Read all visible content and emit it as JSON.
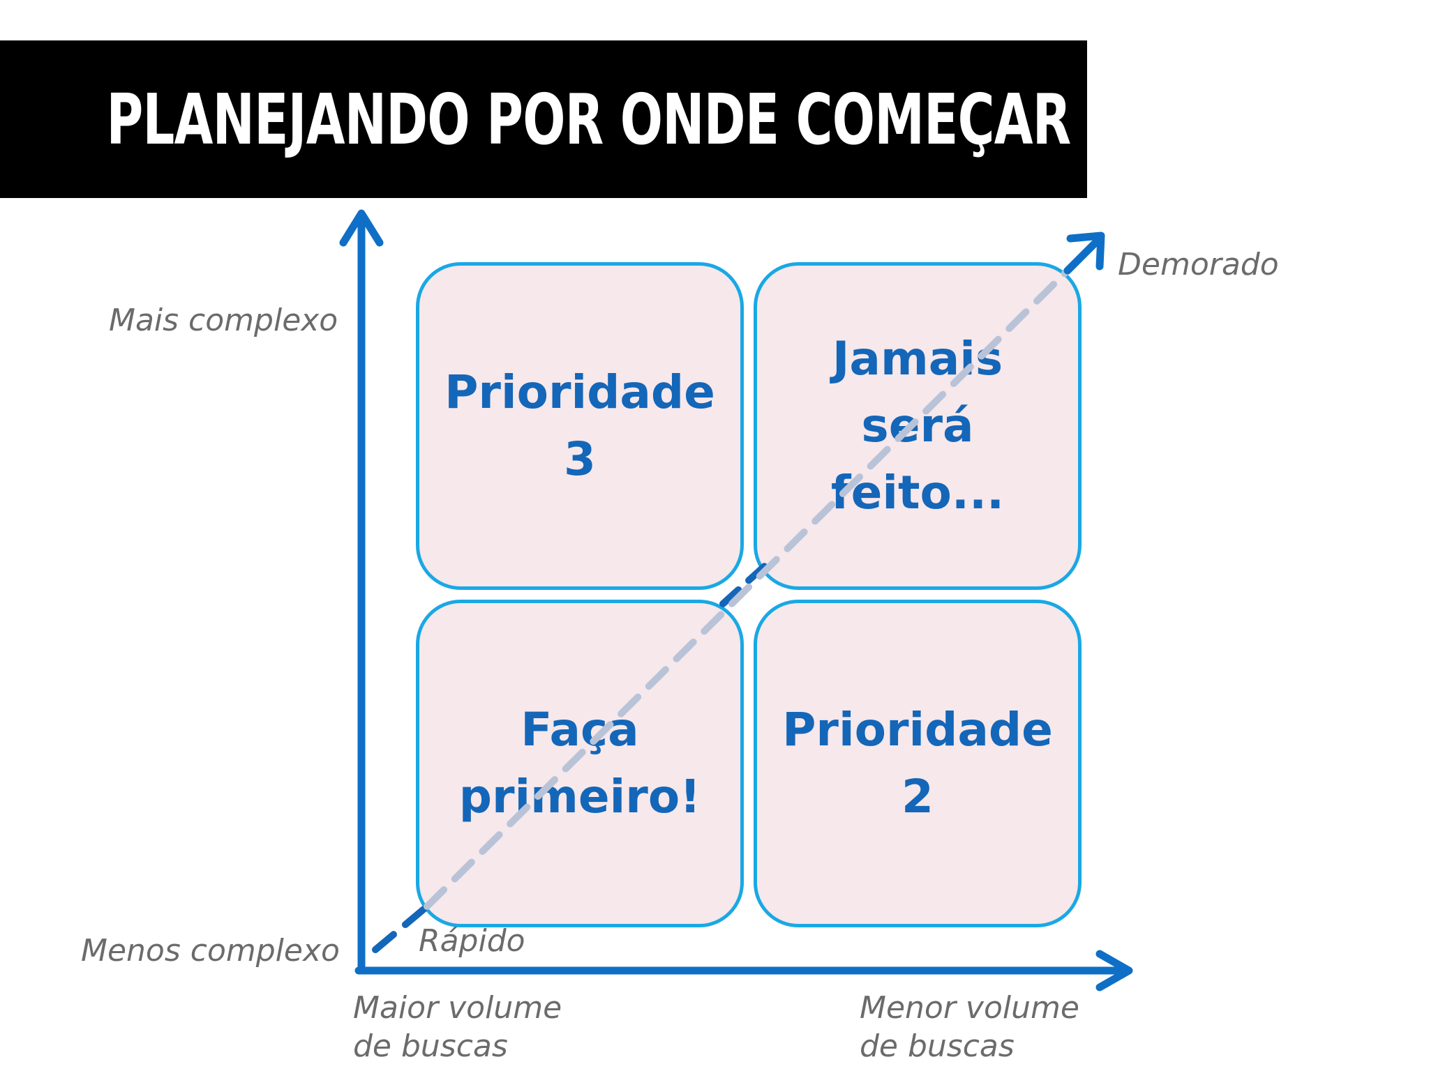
{
  "title": "PLANEJANDO POR ONDE COMEÇAR",
  "quadrants": {
    "top_left": "Prioridade 3",
    "top_right": "Jamais será feito...",
    "bottom_left": "Faça primeiro!",
    "bottom_right": "Prioridade 2"
  },
  "axis_labels": {
    "y_top": "Mais complexo",
    "y_bottom": "Menos complexo",
    "x_left": "Maior volume\nde buscas",
    "x_right": "Menor volume\nde buscas",
    "diag_start": "Rápido",
    "diag_end": "Demorado"
  },
  "colors": {
    "axis": "#0f6fc6",
    "quad_border": "#1aa8e4",
    "quad_fill": "#f0dade",
    "quad_text": "#1466b8",
    "diagonal_dashed": "#b9c3d8",
    "diagonal_dark": "#1466b8"
  }
}
